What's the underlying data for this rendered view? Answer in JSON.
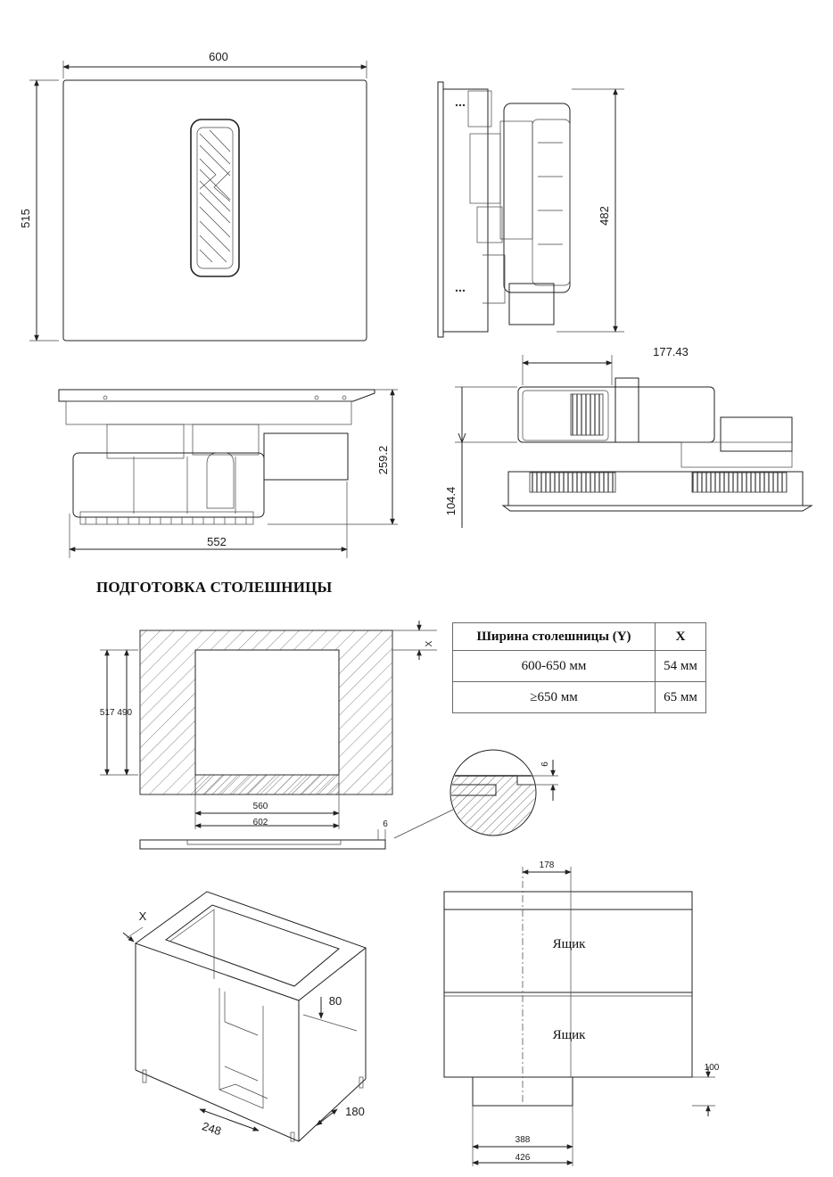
{
  "top_view": {
    "width_label": "600",
    "depth_label": "515"
  },
  "side_view": {
    "height_label": "482"
  },
  "front_view": {
    "height_label": "259.2",
    "width_label": "552"
  },
  "profile_view": {
    "top_label": "177.43",
    "height_label": "104.4"
  },
  "worktop": {
    "section_title": "ПОДГОТОВКА СТОЛЕШНИЦЫ",
    "table": {
      "headers": [
        "Ширина столешницы (Y)",
        "X"
      ],
      "rows": [
        [
          "600-650 мм",
          "54 мм"
        ],
        [
          "≥650 мм",
          "65 мм"
        ]
      ]
    },
    "cutout": {
      "depth_labels": "517 490",
      "x_label": "X",
      "inner_width": "560",
      "outer_width": "602",
      "lip": "6"
    },
    "detail": {
      "rebate": "6"
    }
  },
  "cabinet": {
    "x_label": "X",
    "duct_offset": "80",
    "duct_depth": "180",
    "duct_width": "248"
  },
  "cabinet_front": {
    "drawer_label": "Ящик",
    "duct_width": "178",
    "plinth_height": "100",
    "inner_width": "388",
    "outer_width": "426"
  }
}
